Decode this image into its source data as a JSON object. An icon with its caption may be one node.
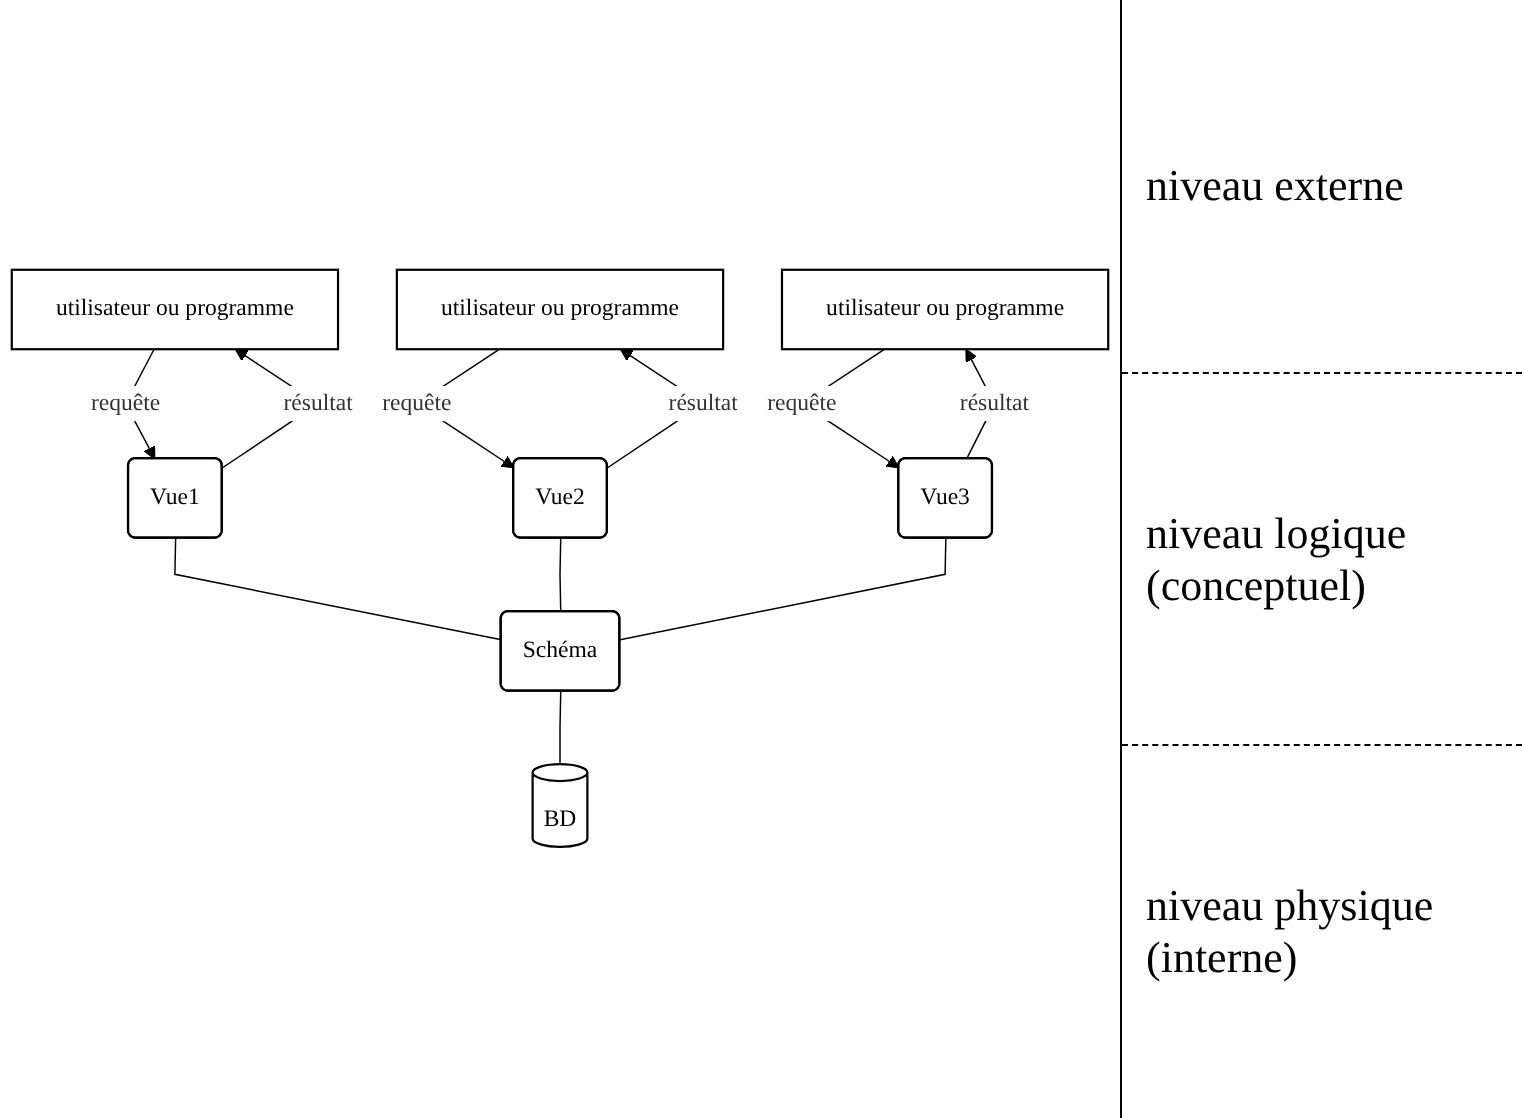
{
  "diagram": {
    "nodes": [
      {
        "text": [
          "utilisateur ou programme"
        ]
      },
      {
        "text": [
          "utilisateur ou programme"
        ]
      },
      {
        "text": [
          "utilisateur ou programme"
        ]
      },
      {
        "text": [
          "Vue1"
        ]
      },
      {
        "text": [
          "Vue2"
        ]
      },
      {
        "text": [
          "Vue3"
        ]
      },
      {
        "text": [
          "Schéma"
        ]
      },
      {
        "text": [
          "BD"
        ]
      }
    ],
    "edges": [
      {
        "from": 0,
        "to": 3,
        "arrow": "to",
        "label": "requête"
      },
      {
        "from": 3,
        "to": 0,
        "arrow": "to",
        "label": "résultat"
      },
      {
        "from": 1,
        "to": 4,
        "arrow": "to",
        "label": "requête"
      },
      {
        "from": 4,
        "to": 1,
        "arrow": "to",
        "label": "résultat"
      },
      {
        "from": 2,
        "to": 5,
        "arrow": "to",
        "label": "requête"
      },
      {
        "from": 5,
        "to": 2,
        "arrow": "to",
        "label": "résultat"
      },
      {
        "from": 3,
        "to": 6,
        "arrow": "none"
      },
      {
        "from": 4,
        "to": 6,
        "arrow": "none"
      },
      {
        "from": 5,
        "to": 6,
        "arrow": "none"
      },
      {
        "from": 6,
        "to": 7,
        "arrow": "none"
      }
    ],
    "labels": [
      "niveau externe",
      "niveau logique (conceptuel)",
      "niveau physique (interne)"
    ]
  }
}
